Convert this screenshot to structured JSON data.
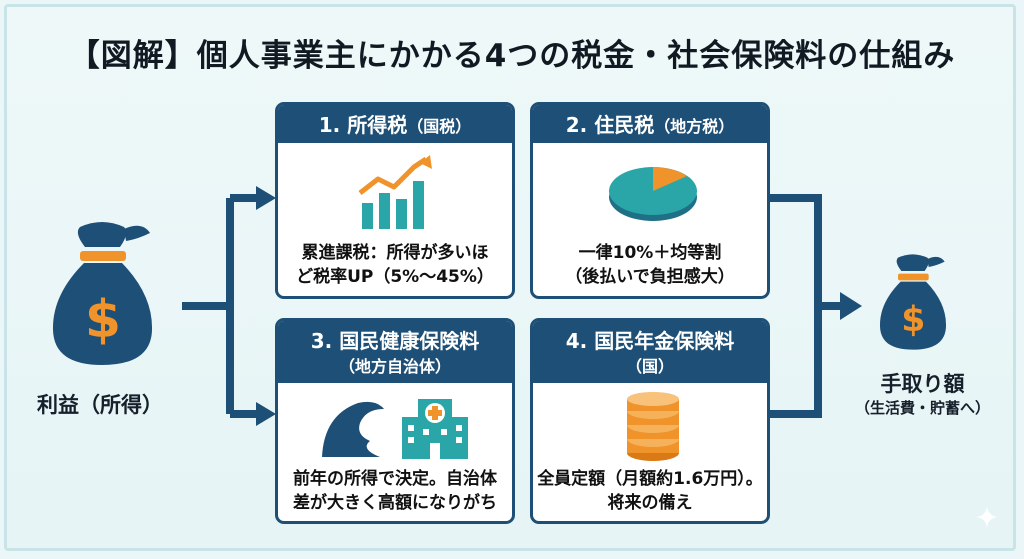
{
  "title": "【図解】個人事業主にかかる4つの税金・社会保険料の仕組み",
  "input_label": "利益（所得）",
  "output_label": "手取り額",
  "output_sub": "（生活費・貯蓄へ）",
  "boxes": [
    {
      "title": "1. 所得税",
      "title_sub": "（国税）",
      "desc1": "累進課税：所得が多いほ",
      "desc2": "ど税率UP（5%～45%）",
      "icon": "growth-chart-icon"
    },
    {
      "title": "2. 住民税",
      "title_sub": "（地方税）",
      "desc1": "一律10%＋均等割",
      "desc2": "（後払いで負担感大）",
      "icon": "pie-chart-icon"
    },
    {
      "title": "3. 国民健康保険料",
      "title_sub": "（地方自治体）",
      "desc1": "前年の所得で決定。自治体",
      "desc2": "差が大きく高額になりがち",
      "icon": "wave-hospital-icon"
    },
    {
      "title": "4. 国民年金保険料",
      "title_sub": "（国）",
      "desc1": "全員定額（月額約1.6万円）。",
      "desc2": "将来の備え",
      "icon": "coin-stack-icon"
    }
  ],
  "colors": {
    "navy": "#1e4f76",
    "teal": "#2aa6a8",
    "orange": "#f0932b",
    "background": "#eaf6f7"
  }
}
